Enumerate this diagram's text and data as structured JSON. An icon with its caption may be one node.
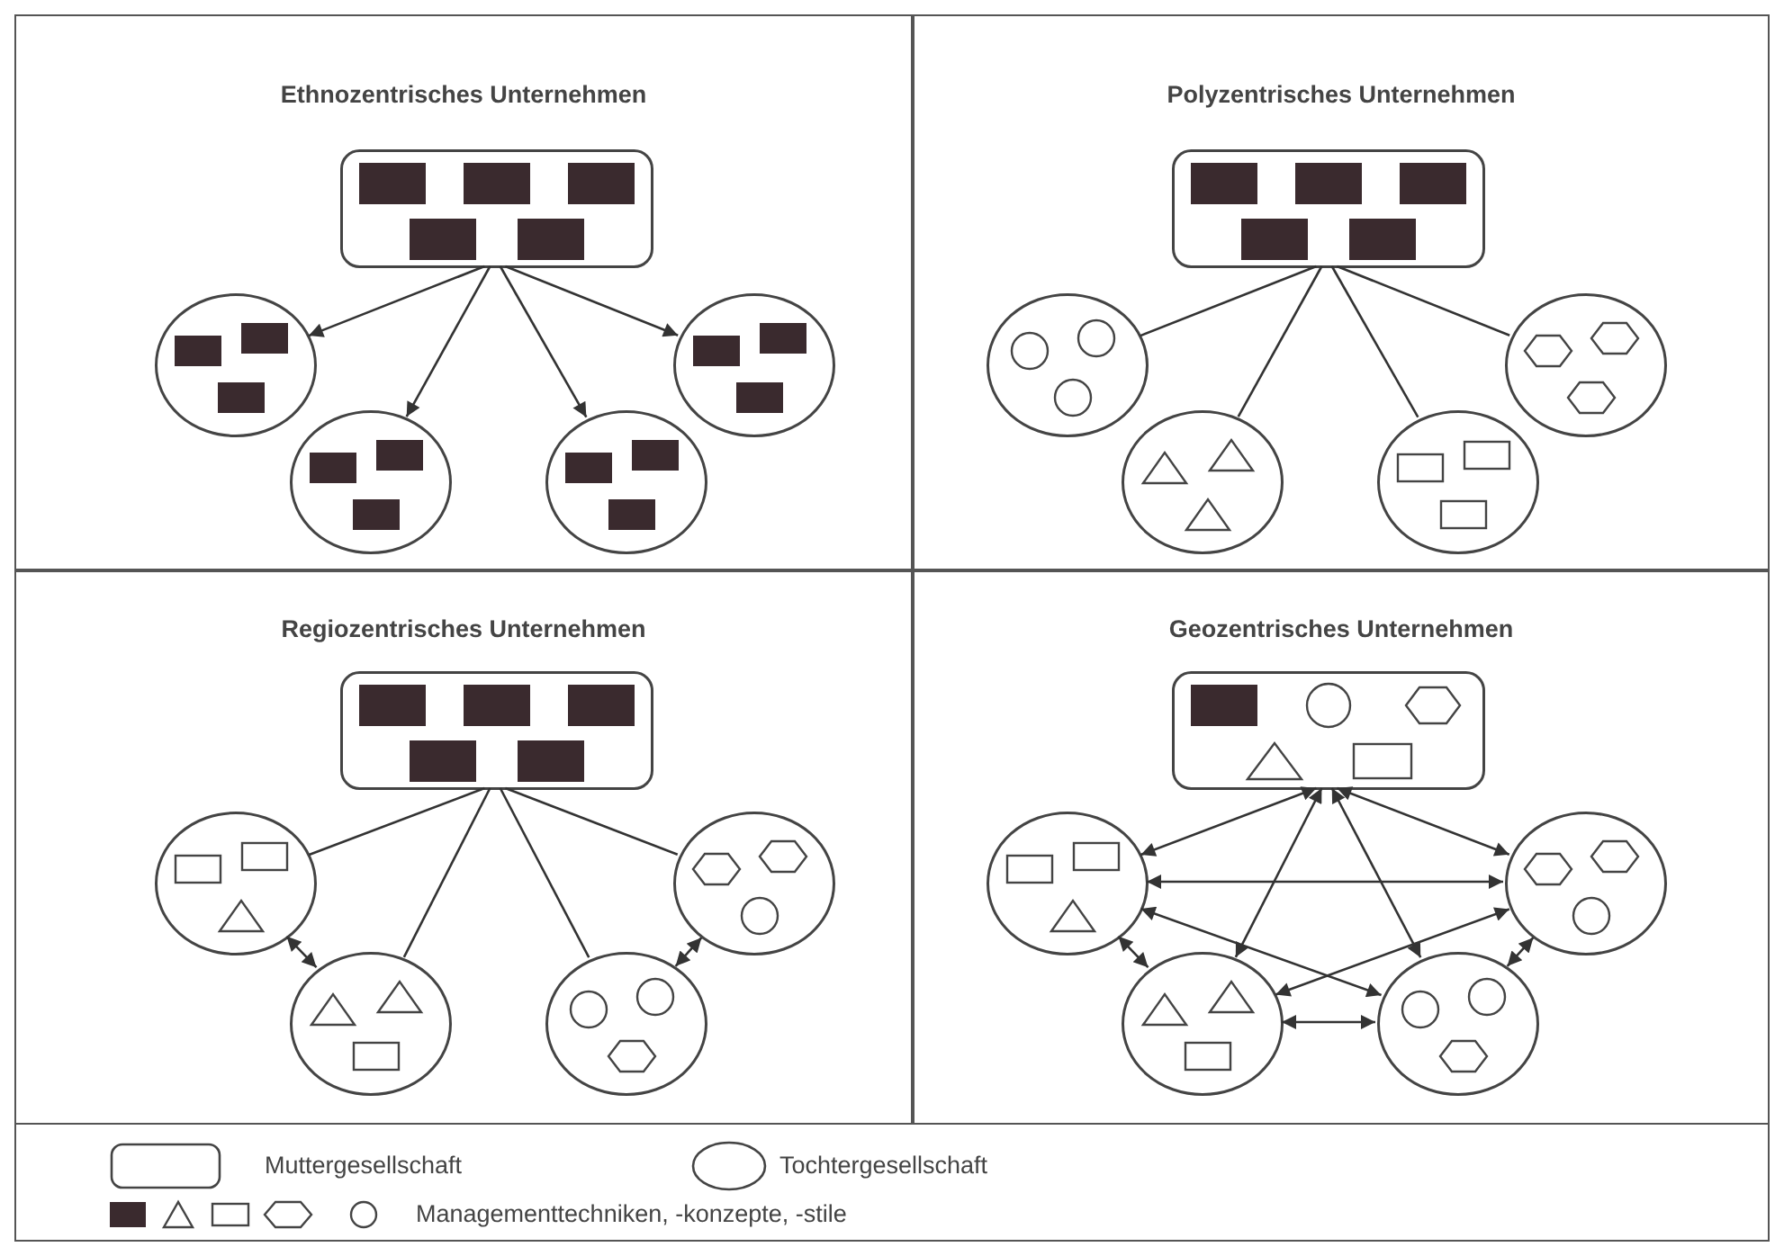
{
  "diagram": {
    "nodes": [
      {
        "text": [
          "Ethnozentrisches Unternehmen"
        ]
      },
      {
        "text": [],
        "shape": "box",
        "in": 0
      },
      {
        "text": [],
        "shape": "circle",
        "in": 0
      },
      {
        "text": [],
        "shape": "circle",
        "in": 0
      },
      {
        "text": [],
        "shape": "circle",
        "in": 0
      },
      {
        "text": [],
        "shape": "circle",
        "in": 0
      },
      {
        "text": [
          "Polyzentrisches Unternehmen"
        ]
      },
      {
        "text": [],
        "shape": "box",
        "in": 6
      },
      {
        "text": [],
        "shape": "circle",
        "in": 6
      },
      {
        "text": [],
        "shape": "circle",
        "in": 6
      },
      {
        "text": [],
        "shape": "circle",
        "in": 6
      },
      {
        "text": [],
        "shape": "circle",
        "in": 6
      },
      {
        "text": [
          "Regiozentrisches Unternehmen"
        ]
      },
      {
        "text": [],
        "shape": "box",
        "in": 12
      },
      {
        "text": [],
        "shape": "circle",
        "in": 12
      },
      {
        "text": [],
        "shape": "circle",
        "in": 12
      },
      {
        "text": [],
        "shape": "circle",
        "in": 12
      },
      {
        "text": [],
        "shape": "circle",
        "in": 12
      },
      {
        "text": [
          "Geozentrisches Unternehmen"
        ]
      },
      {
        "text": [],
        "shape": "box",
        "in": 18
      },
      {
        "text": [],
        "shape": "circle",
        "in": 18
      },
      {
        "text": [],
        "shape": "circle",
        "in": 18
      },
      {
        "text": [],
        "shape": "circle",
        "in": 18
      },
      {
        "text": [],
        "shape": "circle",
        "in": 18
      }
    ],
    "edges": [
      {
        "from": 1,
        "to": 2,
        "arrow": "to"
      },
      {
        "from": 1,
        "to": 3,
        "arrow": "to"
      },
      {
        "from": 1,
        "to": 4,
        "arrow": "to"
      },
      {
        "from": 1,
        "to": 5,
        "arrow": "to"
      },
      {
        "from": 7,
        "to": 8,
        "arrow": "none"
      },
      {
        "from": 7,
        "to": 9,
        "arrow": "none"
      },
      {
        "from": 7,
        "to": 10,
        "arrow": "none"
      },
      {
        "from": 7,
        "to": 11,
        "arrow": "none"
      },
      {
        "from": 13,
        "to": 14,
        "arrow": "none"
      },
      {
        "from": 13,
        "to": 15,
        "arrow": "none"
      },
      {
        "from": 13,
        "to": 16,
        "arrow": "none"
      },
      {
        "from": 13,
        "to": 17,
        "arrow": "none"
      },
      {
        "from": 14,
        "to": 15,
        "arrow": "both"
      },
      {
        "from": 16,
        "to": 17,
        "arrow": "both"
      },
      {
        "from": 19,
        "to": 20,
        "arrow": "both"
      },
      {
        "from": 19,
        "to": 21,
        "arrow": "both"
      },
      {
        "from": 19,
        "to": 22,
        "arrow": "both"
      },
      {
        "from": 19,
        "to": 23,
        "arrow": "both"
      },
      {
        "from": 20,
        "to": 23,
        "arrow": "both"
      },
      {
        "from": 20,
        "to": 22,
        "arrow": "both"
      },
      {
        "from": 23,
        "to": 21,
        "arrow": "both"
      },
      {
        "from": 20,
        "to": 21,
        "arrow": "both"
      },
      {
        "from": 22,
        "to": 23,
        "arrow": "both"
      },
      {
        "from": 21,
        "to": 22,
        "arrow": "both"
      }
    ],
    "legend": [
      {
        "text": "Muttergesellschaft"
      },
      {
        "text": "Tochtergesellschaft"
      },
      {
        "text": "Managementtechniken, -konzepte, -stile"
      }
    ]
  }
}
